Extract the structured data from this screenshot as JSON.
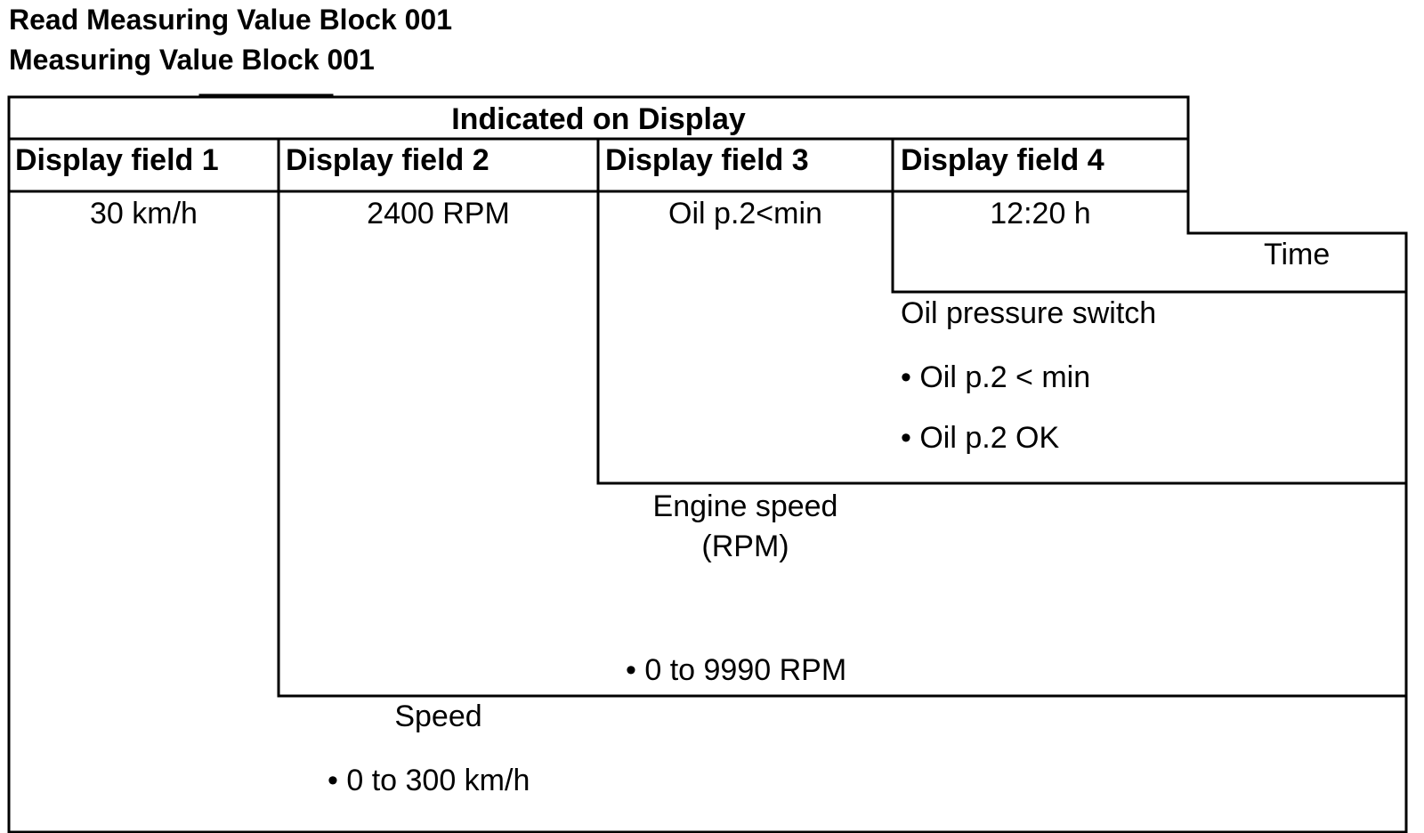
{
  "header": {
    "title": "Read Measuring Value Block 001",
    "subtitle": "Measuring Value Block 001"
  },
  "table": {
    "group_header": "Indicated on Display",
    "columns": [
      "Display field 1",
      "Display field 2",
      "Display field 3",
      "Display field 4"
    ],
    "values": [
      "30 km/h",
      "2400 RPM",
      "Oil p.2<min",
      "12:20 h"
    ]
  },
  "legend": {
    "time": {
      "label": "Time"
    },
    "oil_pressure": {
      "label": "Oil pressure switch",
      "items": [
        "• Oil p.2 < min",
        "• Oil p.2 OK"
      ]
    },
    "engine_speed": {
      "label_line1": "Engine speed",
      "label_line2": "(RPM)",
      "range": "• 0 to 9990 RPM"
    },
    "speed": {
      "label": "Speed",
      "range": "• 0 to 300 km/h"
    }
  }
}
